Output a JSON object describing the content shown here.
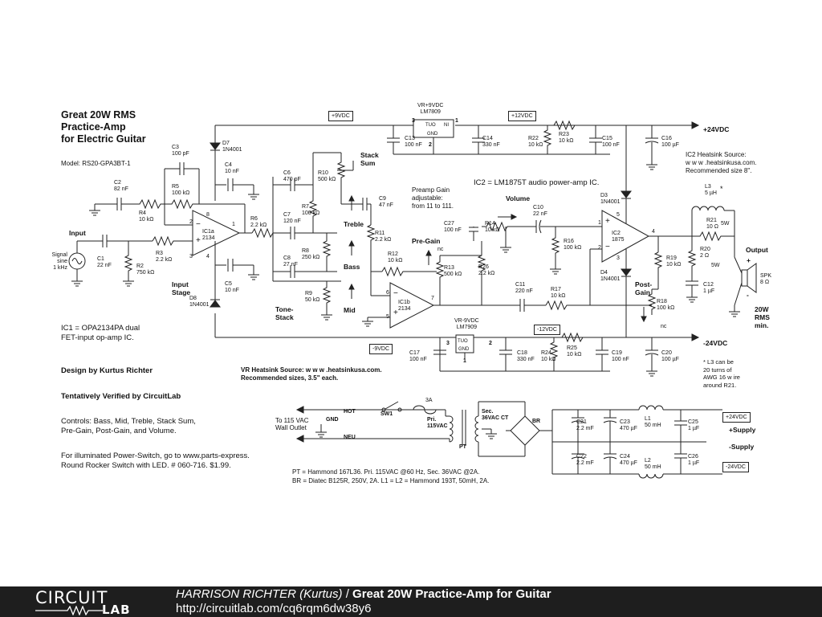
{
  "title": [
    "Great 20W RMS",
    "Practice-Amp",
    "for Electric Guitar"
  ],
  "model": "Model: RS20-GPA3BT-1",
  "notes": {
    "ic1": [
      "IC1 = OPA2134PA dual",
      "FET-input op-amp IC."
    ],
    "ic2": "IC2 = LM1875T audio power-amp IC.",
    "ic2_heatsink": [
      "IC2 Heatsink Source:",
      "w w w .heatsinkusa.com.",
      "Recommended size 8\"."
    ],
    "vr_heatsink": [
      "VR Heatsink Source: w w w .heatsinkusa.com.",
      "Recommended sizes, 3.5\" each."
    ],
    "preamp_gain": [
      "Preamp Gain",
      "adjustable:",
      "from 11 to 111."
    ],
    "design": "Design by Kurtus Richter",
    "verified": "Tentatively Verified by CircuitLab",
    "controls": [
      "Controls: Bass, Mid, Treble, Stack Sum,",
      "Pre-Gain, Post-Gain, and Volume."
    ],
    "power_switch": [
      "For illuminated Power-Switch, go to www.parts-express.",
      "Round Rocker Switch with LED. # 060-716. $1.99."
    ],
    "l3_note": [
      "* L3 can be",
      "20 turns of",
      "AWG 16 w ire",
      "around R21."
    ],
    "pt_note": "PT = Hammond 167L36. Pri. 115VAC @60 Hz, Sec. 36VAC @2A.",
    "br_note": "BR = Diatec B125R, 250V, 2A. L1 = L2 = Hammond 193T, 50mH, 2A."
  },
  "stages": {
    "input": "Input",
    "input_stage": [
      "Input",
      "Stage"
    ],
    "tone_stack": [
      "Tone-",
      "Stack"
    ],
    "stack_sum": [
      "Stack",
      "Sum"
    ],
    "treble": "Treble",
    "bass": "Bass",
    "mid": "Mid",
    "pre_gain": "Pre-Gain",
    "volume": "Volume",
    "post_gain": [
      "Post-",
      "Gain"
    ],
    "output": "Output",
    "output_rating": [
      "20W",
      "RMS",
      "min."
    ],
    "supply_pos": "+Supply",
    "supply_neg": "-Supply"
  },
  "rails": {
    "p24": "+24VDC",
    "n24": "-24VDC",
    "p9": "+9VDC",
    "n9": "-9VDC",
    "p12": "+12VDC",
    "n12": "-12VDC"
  },
  "regulators": {
    "pos_name": [
      "VR+9VDC",
      "LM7809"
    ],
    "neg_name": [
      "VR-9VDC",
      "LM7909"
    ],
    "pins": {
      "in": "TUO",
      "out": "NI",
      "gnd": "GND",
      "p1": "1",
      "p2": "2",
      "p3": "3"
    }
  },
  "signal": [
    "Signal",
    "sine",
    "1 kHz"
  ],
  "opamps": {
    "ic1a": [
      "IC1a",
      "2134"
    ],
    "ic1b": [
      "IC1b",
      "2134"
    ],
    "ic2": [
      "IC2",
      "1875"
    ]
  },
  "pins": {
    "p1": "1",
    "p2": "2",
    "p3": "3",
    "p4": "4",
    "p5": "5",
    "p6": "6",
    "p7": "7",
    "p8": "8"
  },
  "components": {
    "C1": [
      "C1",
      "22 nF"
    ],
    "C2": [
      "C2",
      "82 nF"
    ],
    "C3": [
      "C3",
      "100 pF"
    ],
    "C4": [
      "C4",
      "10 nF"
    ],
    "C5": [
      "C5",
      "10 nF"
    ],
    "C6": [
      "C6",
      "470 pF"
    ],
    "C7": [
      "C7",
      "120 nF"
    ],
    "C8": [
      "C8",
      "27 nF"
    ],
    "C9": [
      "C9",
      "47 nF"
    ],
    "C10": [
      "C10",
      "22 nF"
    ],
    "C11": [
      "C11",
      "220 nF"
    ],
    "C12": [
      "C12",
      "1 µF"
    ],
    "C13": [
      "C13",
      "100 nF"
    ],
    "C14": [
      "C14",
      "330 nF"
    ],
    "C15": [
      "C15",
      "100 nF"
    ],
    "C16": [
      "C16",
      "100 µF"
    ],
    "C17": [
      "C17",
      "100 nF"
    ],
    "C18": [
      "C18",
      "330 nF"
    ],
    "C19": [
      "C19",
      "100 nF"
    ],
    "C20": [
      "C20",
      "100 µF"
    ],
    "C21": [
      "C21",
      "2.2 mF"
    ],
    "C22": [
      "C22",
      "2.2 mF"
    ],
    "C23": [
      "C23",
      "470 µF"
    ],
    "C24": [
      "C24",
      "470 µF"
    ],
    "C25": [
      "C25",
      "1 µF"
    ],
    "C26": [
      "C26",
      "1 µF"
    ],
    "C27": [
      "C27",
      "100 nF"
    ],
    "R2": [
      "R2",
      "750 kΩ"
    ],
    "R3": [
      "R3",
      "2.2 kΩ"
    ],
    "R4": [
      "R4",
      "10 kΩ"
    ],
    "R5": [
      "R5",
      "100 kΩ"
    ],
    "R6": [
      "R6",
      "2.2 kΩ"
    ],
    "R7": [
      "R7",
      "100 kΩ"
    ],
    "R8": [
      "R8",
      "250 kΩ"
    ],
    "R9": [
      "R9",
      "50 kΩ"
    ],
    "R10": [
      "R10",
      "500 kΩ"
    ],
    "R11": [
      "R11",
      "2.2 kΩ"
    ],
    "R12": [
      "R12",
      "10 kΩ"
    ],
    "R13": [
      "R13",
      "500 kΩ"
    ],
    "R14": [
      "R14",
      "10 kΩ"
    ],
    "R16": [
      "R16",
      "100 kΩ"
    ],
    "R17": [
      "R17",
      "10 kΩ"
    ],
    "R18": [
      "R18",
      "100 kΩ"
    ],
    "R19": [
      "R19",
      "10 kΩ"
    ],
    "R20": [
      "R20",
      "2 Ω"
    ],
    "R21": [
      "R21",
      "10 Ω"
    ],
    "R22": [
      "R22",
      "10 kΩ"
    ],
    "R23": [
      "R23",
      "10 kΩ"
    ],
    "R24": [
      "R24",
      "10 kΩ"
    ],
    "R25": [
      "R25",
      "10 kΩ"
    ],
    "R26": [
      "R26",
      "2.2 kΩ"
    ],
    "D3": [
      "D3",
      "1N4001"
    ],
    "D4": [
      "D4",
      "1N4001"
    ],
    "D7": [
      "D7",
      "1N4001"
    ],
    "D8": [
      "D8",
      "1N4001"
    ],
    "L1": [
      "L1",
      "50 mH"
    ],
    "L2": [
      "L2",
      "50 mH"
    ],
    "L3": [
      "L3",
      "5 µH"
    ],
    "SPK": [
      "SPK",
      "8 Ω"
    ],
    "BR": "BR",
    "SW1": "SW1",
    "PT": "PT",
    "fuse": "3A",
    "r20_w": "5W",
    "r21_w": "5W",
    "l3_star": "*",
    "nc": "nc",
    "pri": [
      "Pri.",
      "115VAC"
    ],
    "sec": [
      "Sec.",
      "36VAC  CT"
    ]
  },
  "mains": {
    "hot": "HOT",
    "gnd": "GND",
    "neu": "NEU",
    "outlet": [
      "To 115 VAC",
      "Wall Outlet"
    ]
  },
  "footer": {
    "logo_top": "CIRCUIT",
    "logo_bottom": "LAB",
    "author": "HARRISON RICHTER (Kurtus)",
    "sep": " / ",
    "circuit_name": "Great 20W Practice-Amp for Guitar",
    "url": "http://circuitlab.com/cq6rqm6dw38y6"
  }
}
